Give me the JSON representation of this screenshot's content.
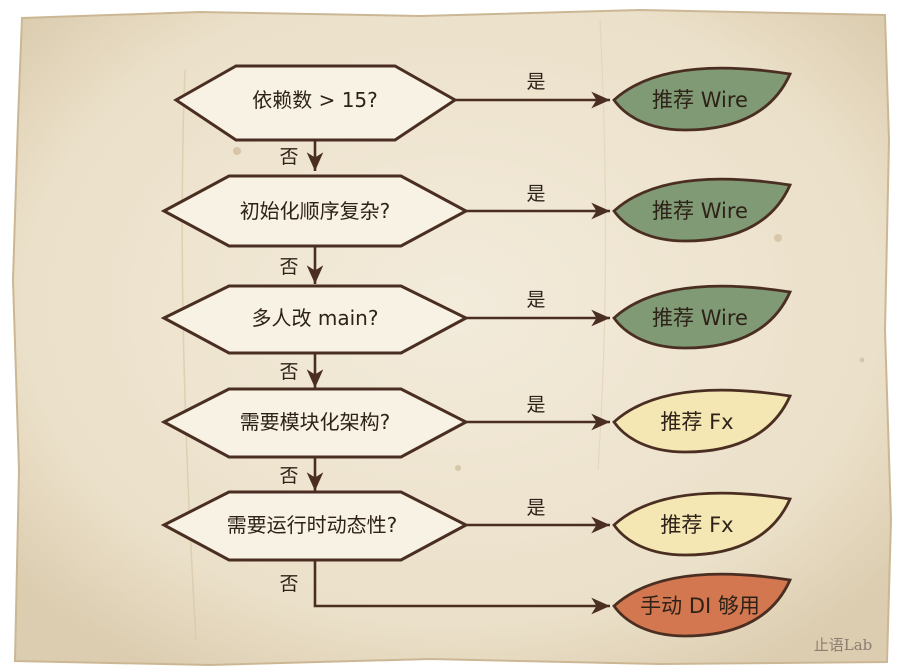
{
  "decisions": [
    {
      "question": "依赖数 > 15?",
      "yes_label": "是",
      "no_label": "否"
    },
    {
      "question": "初始化顺序复杂?",
      "yes_label": "是",
      "no_label": "否"
    },
    {
      "question": "多人改 main?",
      "yes_label": "是",
      "no_label": "否"
    },
    {
      "question": "需要模块化架构?",
      "yes_label": "是",
      "no_label": "否"
    },
    {
      "question": "需要运行时动态性?",
      "yes_label": "是",
      "no_label": "否"
    }
  ],
  "outcomes": [
    {
      "text": "推荐 Wire",
      "color": "#7f9a74"
    },
    {
      "text": "推荐 Wire",
      "color": "#7f9a74"
    },
    {
      "text": "推荐 Wire",
      "color": "#7f9a74"
    },
    {
      "text": "推荐 Fx",
      "color": "#f4e7b3"
    },
    {
      "text": "推荐 Fx",
      "color": "#f4e7b3"
    },
    {
      "text": "手动 DI 够用",
      "color": "#d2774f"
    }
  ],
  "watermark": "止语Lab",
  "colors": {
    "paper": "#efe5d2",
    "line": "#4a2e22"
  }
}
